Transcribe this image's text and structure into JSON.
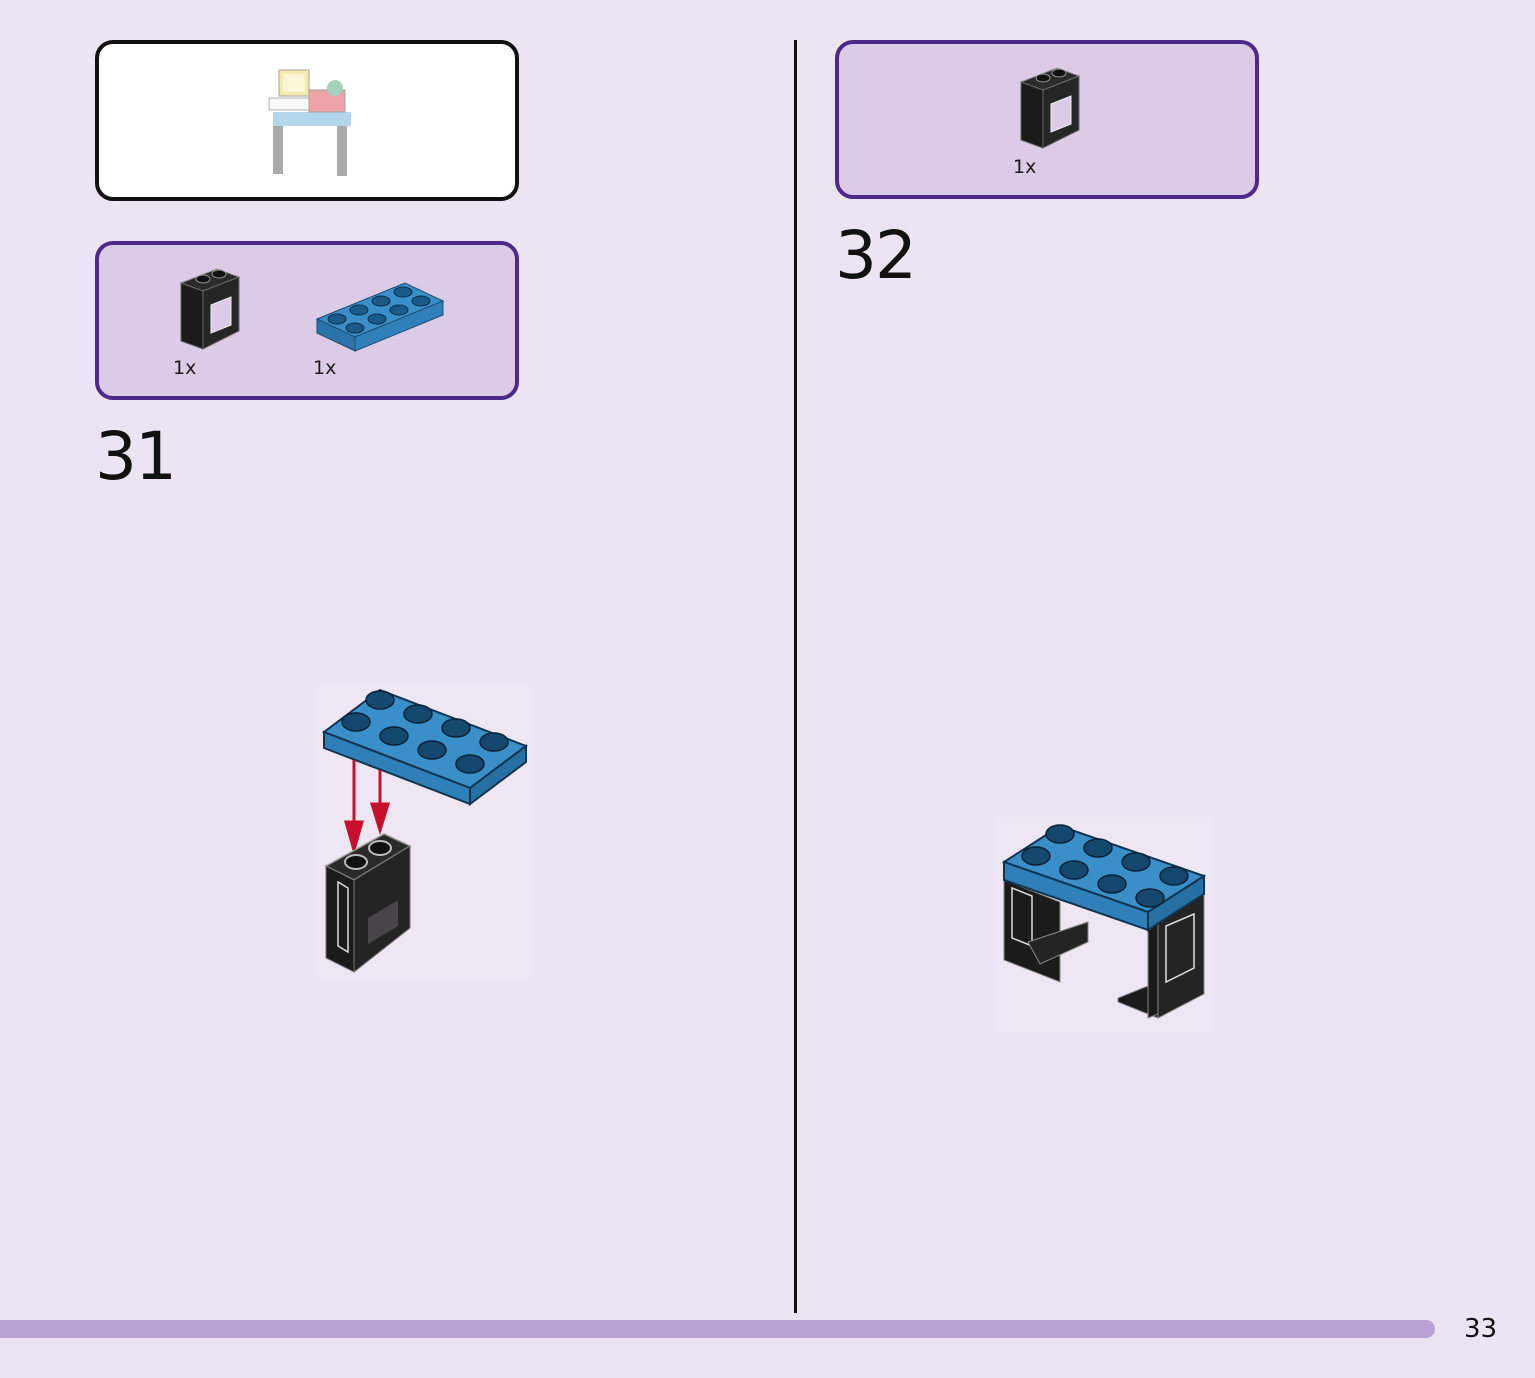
{
  "colors": {
    "background": "#ece4f2",
    "parts_box_fill": "#dccbe6",
    "parts_box_border": "#4d2a8a",
    "progress_bar": "#b7a2d3",
    "brick_blue": "#3a8fc9",
    "brick_black": "#1b1b1b",
    "arrow_red": "#c8102e"
  },
  "step31": {
    "number": "31",
    "parts": [
      {
        "icon": "black-panel-icon",
        "qty": "1x"
      },
      {
        "icon": "blue-plate-2x4-icon",
        "qty": "1x"
      }
    ]
  },
  "step32": {
    "number": "32",
    "parts": [
      {
        "icon": "black-panel-icon",
        "qty": "1x"
      }
    ]
  },
  "footer": {
    "page_number": "33"
  }
}
